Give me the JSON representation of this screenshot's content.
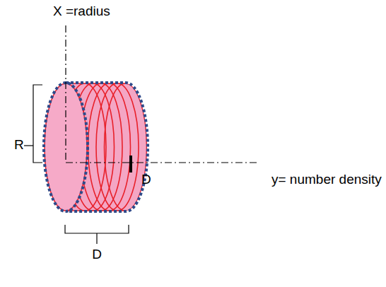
{
  "diagram": {
    "labels": [
      "X =radius",
      "R",
      "D",
      "y= number density",
      "D"
    ]
  }
}
